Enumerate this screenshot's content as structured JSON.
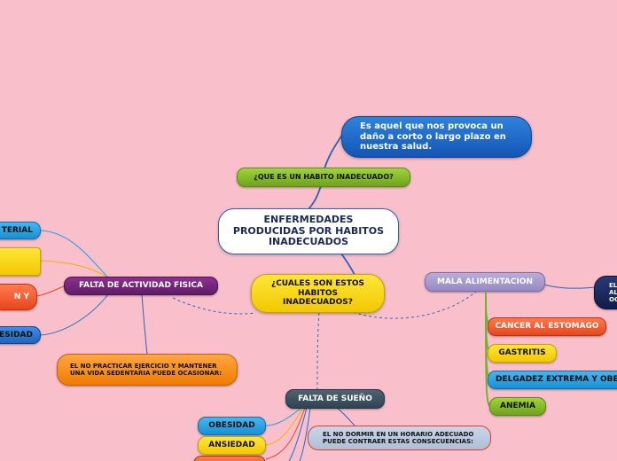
{
  "central": {
    "line1": "ENFERMEDADES",
    "line2": "PRODUCIDAS POR HABITOS",
    "line3": "INADECUADOS"
  },
  "question1": {
    "label": "¿QUE ES UN HABITO INADECUADO?",
    "answer": "Es aquel que nos provoca un daño a corto o largo plazo en nuestra salud."
  },
  "question2": {
    "line1": "¿CUALES SON ESTOS",
    "line2": "HABITOS",
    "line3": "INADECUADOS?"
  },
  "activity": {
    "label": "FALTA DE ACTIVIDAD FISICA",
    "description": "EL NO PRACTICAR EJERCICIO Y MANTENER UNA VIDA SEDENTARIA PUEDE OCASIONAR:",
    "children": [
      "TERIAL",
      "",
      "N Y",
      "ESIDAD"
    ]
  },
  "nutrition": {
    "label": "MALA ALIMENTACION",
    "partial": [
      "EL",
      "AL",
      "OC"
    ],
    "children": [
      "CANCER AL ESTOMAGO",
      "GASTRITIS",
      "DELGADEZ EXTREMA Y OBES",
      "ANEMIA"
    ]
  },
  "sleep": {
    "label": "FALTA DE SUEÑO",
    "description": "EL NO DORMIR EN UN HORARIO ADECUADO PUEDE CONTRAER ESTAS CONSECUENCIAS:",
    "children": [
      "OBESIDAD",
      "ANSIEDAD"
    ]
  }
}
